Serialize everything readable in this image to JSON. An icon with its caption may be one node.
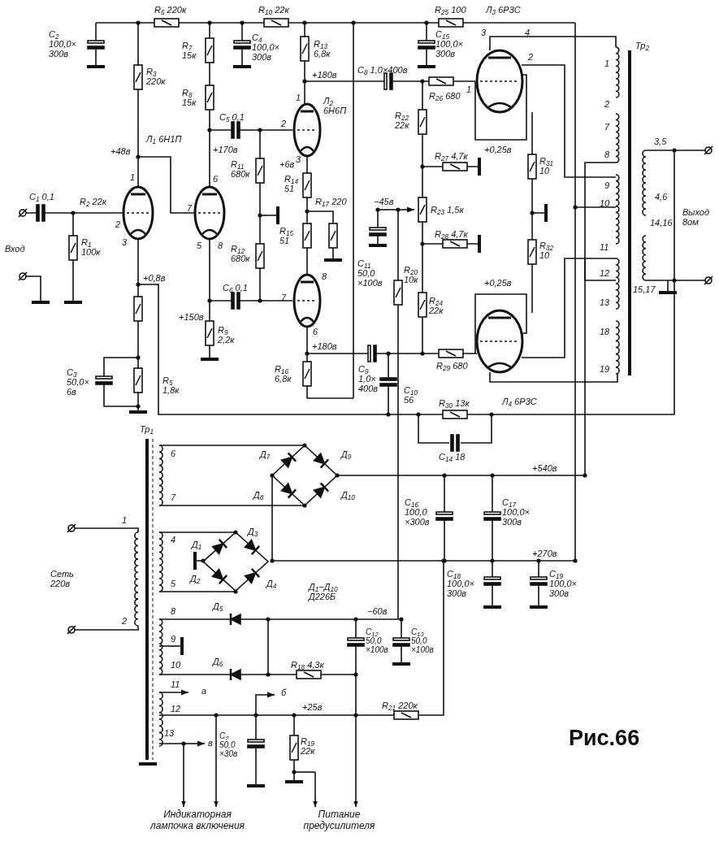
{
  "diagram": {
    "caption": "Рис.66",
    "nodes": [
      {
        "text": [
          "Индикаторная лампочка включения"
        ]
      },
      {
        "text": [
          "Питание предусилителя"
        ]
      }
    ],
    "edges": [
      {
        "from": null,
        "to": 0,
        "arrow": "to"
      },
      {
        "from": null,
        "to": 0,
        "arrow": "to"
      },
      {
        "from": null,
        "to": 1,
        "arrow": "to"
      },
      {
        "from": null,
        "to": 1,
        "arrow": "to"
      }
    ],
    "labels": [
      "R$_{6}$ 220к",
      "R$_{10}$ 22к",
      "R$_{25}$ 100",
      "Л$_{3}$ 6Р3С",
      "C$_{2}$ 100,0× 300в",
      "R$_{3}$ 220к",
      "R$_{7}$ 15к",
      "C$_{4}$ 100,0× 300в",
      "R$_{13}$ 6,8к",
      "C$_{15}$ 100,0× 300в",
      "Тр$_{2}$",
      "+180в",
      "C$_{8}$ 1,0×400в",
      "R$_{8}$ 15к",
      "R$_{26}$ 680",
      "Л$_{2}$ 6Н6П",
      "C$_{5}$ 0,1",
      "R$_{22}$ 22к",
      "Л$_{1}$ 6Н1П",
      "+48в",
      "+170в",
      "R$_{11}$ 680к",
      "+6в",
      "R$_{27}$ 4,7к",
      "+0,25в",
      "R$_{31}$ 10",
      "R$_{14}$ 51",
      "C$_{1}$ 0,1",
      "R$_{2}$ 22к",
      "R$_{17}$ 220",
      "−45в",
      "R$_{23}$ 1,5к",
      "Выход 8ом",
      "Вход",
      "R$_{1}$ 100к",
      "R$_{12}$ 680к",
      "R$_{15}$ 51",
      "R$_{28}$ 4,7к",
      "R$_{32}$ 10",
      "C$_{11}$ 50,0 ×100в",
      "+0,8в",
      "+150в",
      "C$_{6}$ 0,1",
      "R$_{20}$ 10к",
      "R$_{24}$ 22к",
      "+0,25в",
      "R$_{9}$ 2,2к",
      "+180в",
      "C$_{3}$ 50,0× 6в",
      "R$_{16}$ 6,8к",
      "C$_{9}$ 1,0× 400в",
      "C$_{10}$ 56",
      "R$_{29}$ 680",
      "R$_{5}$ 1,8к",
      "R$_{30}$ 13к",
      "Л$_{4}$ 6Р3С",
      "C$_{14}$ 18",
      "Тр$_{1}$",
      "Д$_{7}$",
      "Д$_{9}$",
      "Д$_{8}$",
      "Д$_{10}$",
      "+540в",
      "C$_{16}$ 100,0 ×300в",
      "C$_{17}$ 100,0× 300в",
      "Д$_{3}$",
      "Д$_{1}$",
      "Д$_{2}$",
      "Д$_{4}$",
      "+270в",
      "Сеть 220в",
      "Д$_{1}$−Д$_{10}$ Д226Б",
      "C$_{18}$ 100,0× 300в",
      "C$_{19}$ 100,0× 300в",
      "−60в",
      "Д$_{5}$",
      "Д$_{6}$",
      "C$_{12}$ 50,0 ×100в",
      "C$_{13}$ 50,0 ×100в",
      "R$_{18}$ 4,3к",
      "а",
      "б",
      "+25в",
      "R$_{21}$ 220к",
      "C$_{7}$ 50,0 ×30в",
      "R$_{19}$ 22к",
      "в",
      "1",
      "2",
      "6",
      "7",
      "4",
      "5",
      "8",
      "9",
      "10",
      "11",
      "12",
      "13",
      "1",
      "2",
      "7",
      "8",
      "9",
      "10",
      "11",
      "12",
      "13",
      "18",
      "19",
      "3,5",
      "4,6",
      "14,16",
      "15,17",
      "1",
      "2",
      "3",
      "7",
      "6",
      "5",
      "8",
      "1",
      "2",
      "3",
      "7",
      "8",
      "6",
      "3",
      "4",
      "2",
      "1"
    ]
  }
}
